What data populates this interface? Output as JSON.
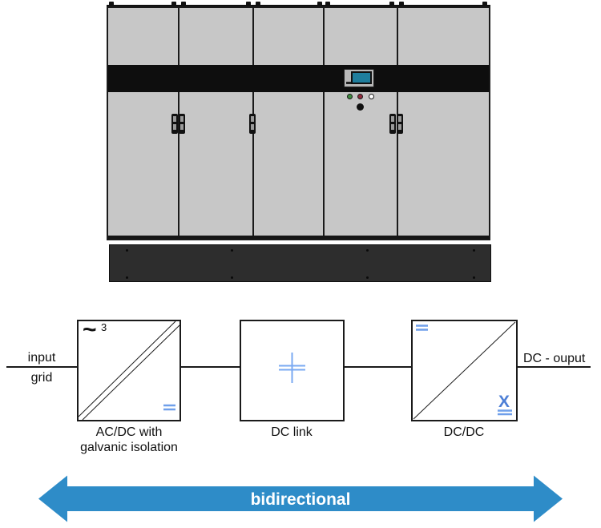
{
  "cabinet": {
    "description": "five-door industrial power converter cabinet with HMI screen",
    "panel_color": "#c7c7c7",
    "band_color": "#0e0e0e",
    "base_color": "#2d2d2d",
    "hmi_screen_color": "#1f7e9d",
    "led_colors": {
      "green": "#3e8c3e",
      "red": "#922a3c",
      "white": "#ffffff"
    }
  },
  "diagram": {
    "input": {
      "line1": "input",
      "line2": "grid"
    },
    "output_label": "DC - ouput",
    "blocks": {
      "acdc": {
        "label1": "AC/DC with",
        "label2": "galvanic isolation",
        "ac_symbol": "~",
        "phases": "3"
      },
      "dclink": {
        "label1": "DC link"
      },
      "dcdc": {
        "label1": "DC/DC",
        "variable_symbol": "X"
      }
    },
    "accent_blue": "#6f9fea",
    "line_color": "#1a1a1a"
  },
  "arrow": {
    "label": "bidirectional",
    "color": "#2e8cc8",
    "text_color": "#ffffff"
  }
}
